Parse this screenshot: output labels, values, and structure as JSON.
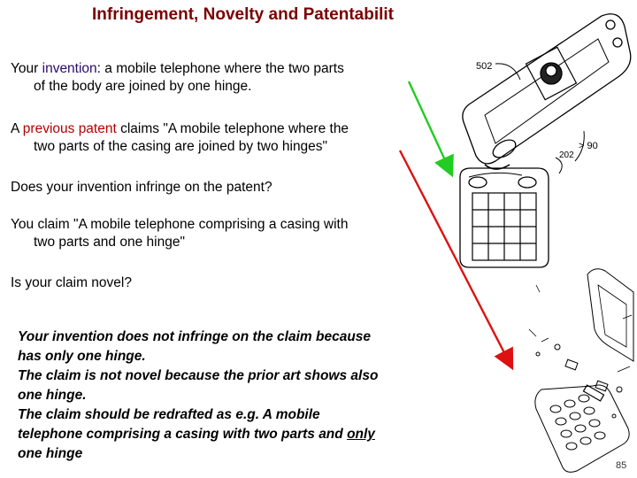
{
  "slide": {
    "title": "Infringement, Novelty and Patentabilit",
    "p1": {
      "a": "Your ",
      "b": "invention",
      "c": ": a mobile telephone where the two parts",
      "d": "of the body are joined by one hinge."
    },
    "p2": {
      "a": "A ",
      "b": "previous patent",
      "c": " claims \"A mobile telephone where the",
      "d": "two parts of the casing are joined by two hinges\""
    },
    "p3": "Does your invention infringe on the patent?",
    "p4": {
      "a": "You claim \"A mobile telephone comprising a casing with",
      "b": "two parts and one hinge\""
    },
    "p5": "Is your claim novel?",
    "answer": {
      "l1": "Your invention does not infringe on the claim because",
      "l2": "has only one hinge.",
      "l3": "The claim is not novel because the prior art shows also",
      "l4": "one hinge.",
      "l5": "The claim should be redrafted as e.g. A mobile",
      "l6a": "telephone comprising a casing with two parts and ",
      "l6b": "only",
      "l7": "one hinge"
    },
    "page_number": "85"
  },
  "figure": {
    "labels": {
      "top_ref": "502",
      "angle": "> 90",
      "bottom_ref": "202"
    }
  },
  "colors": {
    "title": "#7b0000",
    "green_arrow": "#22cc22",
    "red_arrow": "#dd1111"
  }
}
